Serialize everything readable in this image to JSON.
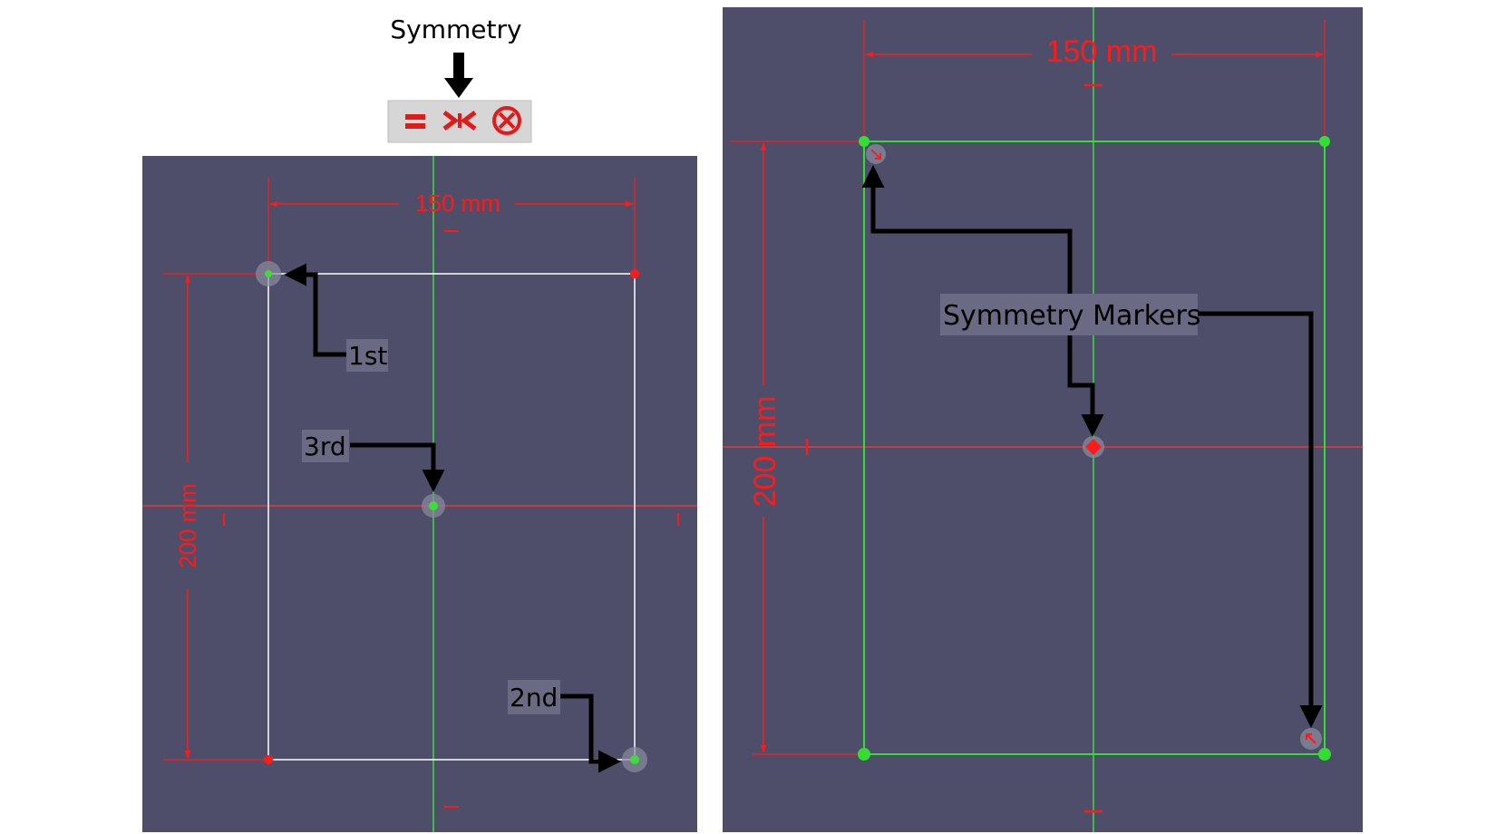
{
  "toolbar": {
    "label": "Symmetry",
    "buttons": [
      {
        "name": "equal-constraint",
        "icon": "equal-icon"
      },
      {
        "name": "symmetry-constraint",
        "icon": "symmetry-icon"
      },
      {
        "name": "close-constraint",
        "icon": "circle-x-icon"
      }
    ]
  },
  "left_view": {
    "width_dim": "150 mm",
    "height_dim": "200 mm",
    "callouts": {
      "first": "1st",
      "second": "2nd",
      "third": "3rd"
    }
  },
  "right_view": {
    "width_dim": "150 mm",
    "height_dim": "200 mm",
    "callout": "Symmetry Markers"
  },
  "colors": {
    "viewport": "#4e4e6b",
    "axis_red": "#e53935",
    "axis_green": "#3ddc3d",
    "dimension": "#ff1a1a",
    "sketch_white": "#ffffff",
    "sketch_green": "#33dd33",
    "callout_arrow": "#000000",
    "label_bg": "#6a6a84"
  }
}
